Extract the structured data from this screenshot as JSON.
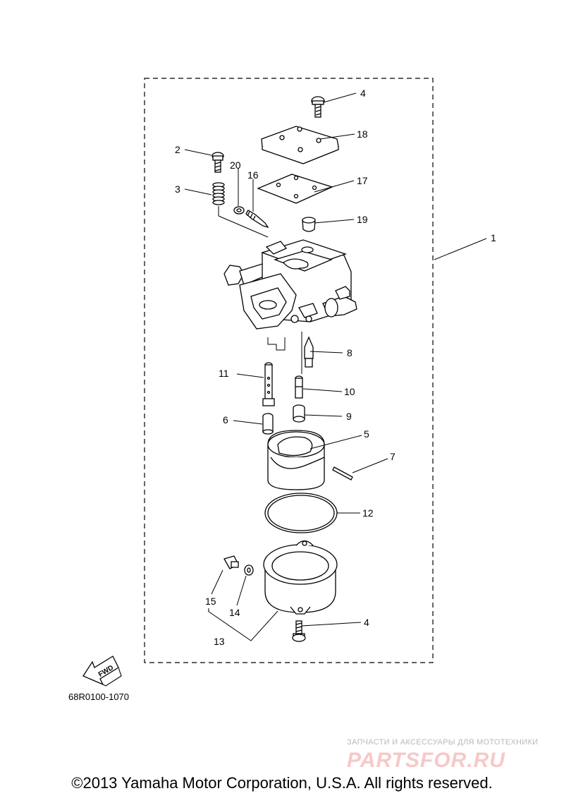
{
  "diagram": {
    "callouts": {
      "c1": "1",
      "c2": "2",
      "c3": "3",
      "c4a": "4",
      "c4b": "4",
      "c5": "5",
      "c6": "6",
      "c7": "7",
      "c8": "8",
      "c9": "9",
      "c10": "10",
      "c11": "11",
      "c12": "12",
      "c13": "13",
      "c14": "14",
      "c15": "15",
      "c16": "16",
      "c17": "17",
      "c18": "18",
      "c19": "19",
      "c20": "20"
    },
    "fwd_label": "FWD",
    "drawing_code": "68R0100-1070"
  },
  "watermark": {
    "tagline": "ЗАПЧАСТИ И АКСЕССУАРЫ ДЛЯ МОТОТЕХНИКИ",
    "logo_text": "PARTSFOR.RU"
  },
  "footer": {
    "copyright": "©2013 Yamaha Motor Corporation, U.S.A. All rights reserved."
  },
  "colors": {
    "line": "#000000",
    "background": "#ffffff",
    "watermark_logo": "#f6c9c9",
    "watermark_text": "#b9b9b9"
  }
}
